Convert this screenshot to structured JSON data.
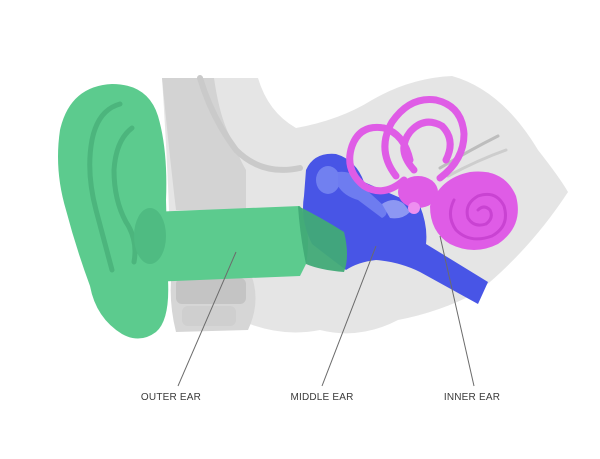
{
  "labels": {
    "outer_ear": "OUTER EAR",
    "middle_ear": "MIDDLE EAR",
    "inner_ear": "INNER EAR"
  },
  "colors": {
    "outer_ear": "#5ccb8e",
    "outer_ear_shade": "#48b57b",
    "middle_ear": "#4855e6",
    "inner_ear": "#df5ce6",
    "bone": "#e4e4e4",
    "bone_shade": "#cfcfcf",
    "bone_dark": "#bdbdbd",
    "leader_line": "#6b6b6b",
    "text": "#3a3a3a"
  }
}
